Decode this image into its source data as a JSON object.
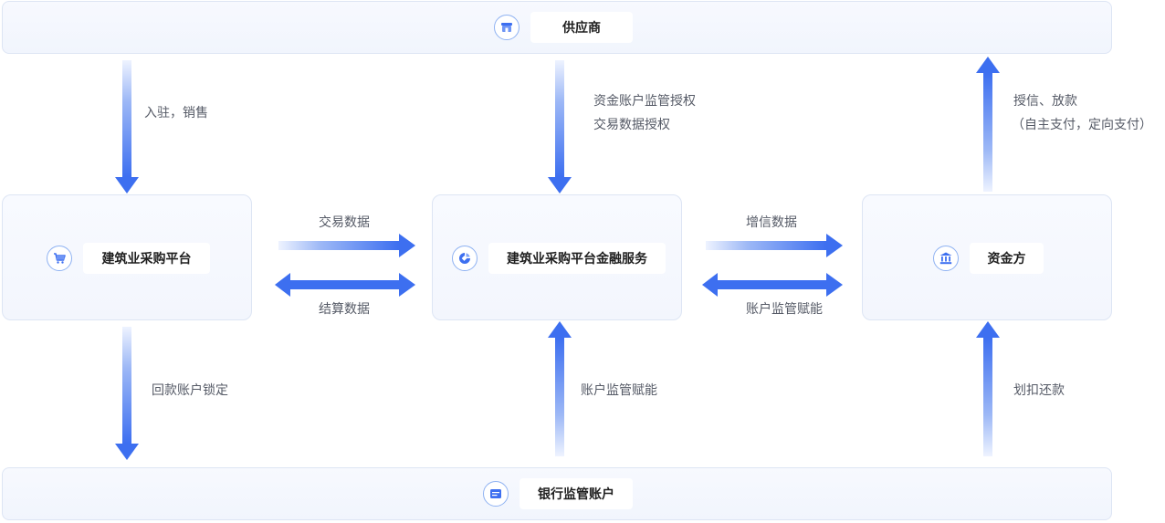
{
  "nodes": {
    "supplier": {
      "label": "供应商",
      "icon": "shop-icon"
    },
    "platform": {
      "label": "建筑业采购平台",
      "icon": "cart-icon"
    },
    "finance": {
      "label": "建筑业采购平台金融服务",
      "icon": "platform-logo-icon"
    },
    "funder": {
      "label": "资金方",
      "icon": "bank-icon"
    },
    "bank_account": {
      "label": "银行监管账户",
      "icon": "card-icon"
    }
  },
  "edges": {
    "supplier_to_platform": "入驻，销售",
    "supplier_to_finance_line1": "资金账户监管授权",
    "supplier_to_finance_line2": "交易数据授权",
    "funder_to_supplier_line1": "授信、放款",
    "funder_to_supplier_line2": "（自主支付，定向支付）",
    "platform_to_finance_top": "交易数据",
    "platform_finance_bottom": "结算数据",
    "finance_to_funder_top": "增信数据",
    "finance_funder_bottom": "账户监管赋能",
    "platform_to_bank": "回款账户锁定",
    "bank_to_finance": "账户监管赋能",
    "bank_to_funder": "划扣还款"
  },
  "colors": {
    "accent": "#3d6ff0",
    "arrow_fade": "#e8efff",
    "border": "#dde5f4"
  }
}
